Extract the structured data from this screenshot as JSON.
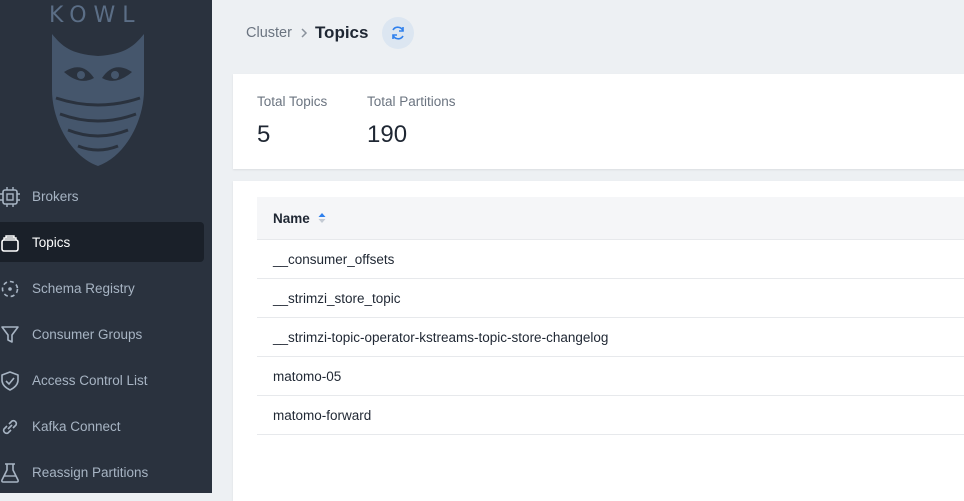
{
  "brand": {
    "name": "KOWL"
  },
  "sidebar": {
    "items": [
      {
        "label": "Brokers",
        "icon": "chip-icon",
        "active": false
      },
      {
        "label": "Topics",
        "icon": "stack-icon",
        "active": true
      },
      {
        "label": "Schema Registry",
        "icon": "schema-icon",
        "active": false
      },
      {
        "label": "Consumer Groups",
        "icon": "filter-icon",
        "active": false
      },
      {
        "label": "Access Control List",
        "icon": "shield-check-icon",
        "active": false
      },
      {
        "label": "Kafka Connect",
        "icon": "link-icon",
        "active": false
      },
      {
        "label": "Reassign Partitions",
        "icon": "beaker-icon",
        "active": false
      }
    ]
  },
  "header": {
    "breadcrumb_parent": "Cluster",
    "title": "Topics",
    "refresh_icon": "refresh-icon"
  },
  "stats": {
    "total_topics_label": "Total Topics",
    "total_topics_value": "5",
    "total_partitions_label": "Total Partitions",
    "total_partitions_value": "190"
  },
  "table": {
    "columns": [
      "Name"
    ],
    "sort": "ascending",
    "rows": [
      "__consumer_offsets",
      "__strimzi_store_topic",
      "__strimzi-topic-operator-kstreams-topic-store-changelog",
      "matomo-05",
      "matomo-forward"
    ]
  },
  "colors": {
    "sidebar_bg": "#2a323e",
    "sidebar_active_bg": "#1a2029",
    "accent": "#2f80ed",
    "page_bg": "#edf0f3"
  }
}
